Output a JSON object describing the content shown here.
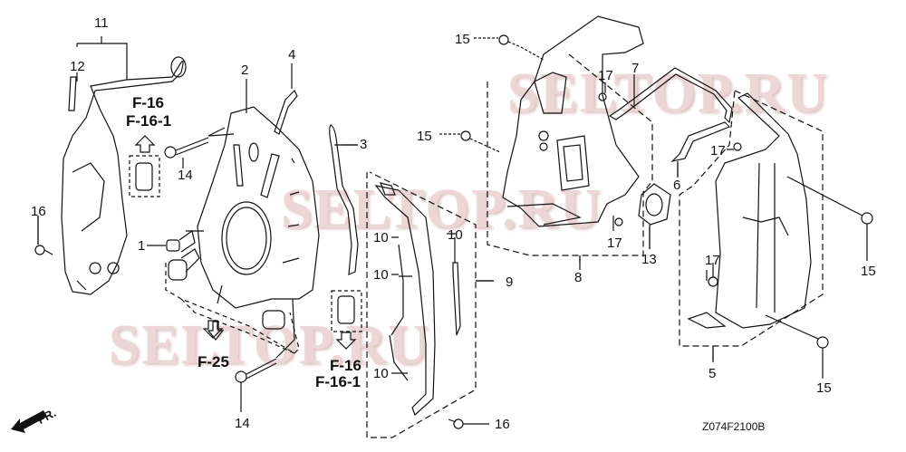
{
  "diagram": {
    "type": "exploded-parts-diagram",
    "drawing_code": "Z074F2100B",
    "direction_indicator": "FR.",
    "watermark": "SELTOP.RU",
    "watermark_fragments": [
      "SELTOP.RU",
      "SELTOP.RU",
      "SELTOP.RU"
    ],
    "callouts": [
      {
        "id": "c1",
        "number": "1"
      },
      {
        "id": "c2",
        "number": "2"
      },
      {
        "id": "c3",
        "number": "3"
      },
      {
        "id": "c4",
        "number": "4"
      },
      {
        "id": "c5",
        "number": "5"
      },
      {
        "id": "c6",
        "number": "6"
      },
      {
        "id": "c7",
        "number": "7"
      },
      {
        "id": "c8",
        "number": "8"
      },
      {
        "id": "c9",
        "number": "9"
      },
      {
        "id": "c10a",
        "number": "10"
      },
      {
        "id": "c10b",
        "number": "10"
      },
      {
        "id": "c10c",
        "number": "10"
      },
      {
        "id": "c10d",
        "number": "10"
      },
      {
        "id": "c11",
        "number": "11"
      },
      {
        "id": "c12",
        "number": "12"
      },
      {
        "id": "c13",
        "number": "13"
      },
      {
        "id": "c14a",
        "number": "14"
      },
      {
        "id": "c14b",
        "number": "14"
      },
      {
        "id": "c15a",
        "number": "15"
      },
      {
        "id": "c15b",
        "number": "15"
      },
      {
        "id": "c15c",
        "number": "15"
      },
      {
        "id": "c15d",
        "number": "15"
      },
      {
        "id": "c16a",
        "number": "16"
      },
      {
        "id": "c16b",
        "number": "16"
      },
      {
        "id": "c17a",
        "number": "17"
      },
      {
        "id": "c17b",
        "number": "17"
      },
      {
        "id": "c17c",
        "number": "17"
      },
      {
        "id": "c17d",
        "number": "17"
      }
    ],
    "page_references": [
      {
        "id": "ref1",
        "lines": [
          "F-16",
          "F-16-1"
        ]
      },
      {
        "id": "ref2",
        "lines": [
          "F-25"
        ]
      },
      {
        "id": "ref3",
        "lines": [
          "F-16",
          "F-16-1"
        ]
      }
    ]
  }
}
